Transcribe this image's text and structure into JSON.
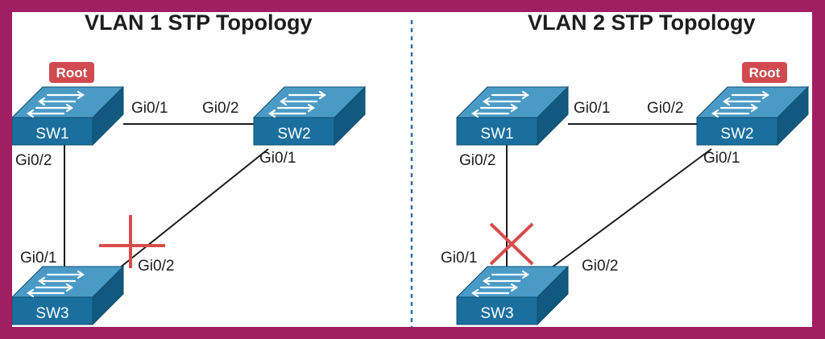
{
  "panels": {
    "vlan1": {
      "title": "VLAN 1 STP Topology",
      "root_badge": "Root",
      "switches": {
        "sw1": "SW1",
        "sw2": "SW2",
        "sw3": "SW3"
      },
      "ports": {
        "sw1_to_sw2": "Gi0/1",
        "sw2_to_sw1": "Gi0/2",
        "sw1_to_sw3": "Gi0/2",
        "sw2_to_sw3": "Gi0/1",
        "sw3_to_sw1": "Gi0/1",
        "sw3_to_sw2": "Gi0/2"
      },
      "blocked_marker": "plus"
    },
    "vlan2": {
      "title": "VLAN 2 STP Topology",
      "root_badge": "Root",
      "switches": {
        "sw1": "SW1",
        "sw2": "SW2",
        "sw3": "SW3"
      },
      "ports": {
        "sw1_to_sw2": "Gi0/1",
        "sw2_to_sw1": "Gi0/2",
        "sw1_to_sw3": "Gi0/2",
        "sw2_to_sw3": "Gi0/1",
        "sw3_to_sw1": "Gi0/1",
        "sw3_to_sw2": "Gi0/2"
      },
      "blocked_marker": "x"
    }
  },
  "colors": {
    "border": "#a01f63",
    "switch_top": "#4a9ac6",
    "switch_front": "#1a6f9e",
    "switch_side": "#12597f",
    "root_badge": "#d04a4f",
    "blocked_marker": "#d94c4c",
    "divider": "#2f6fa3"
  }
}
